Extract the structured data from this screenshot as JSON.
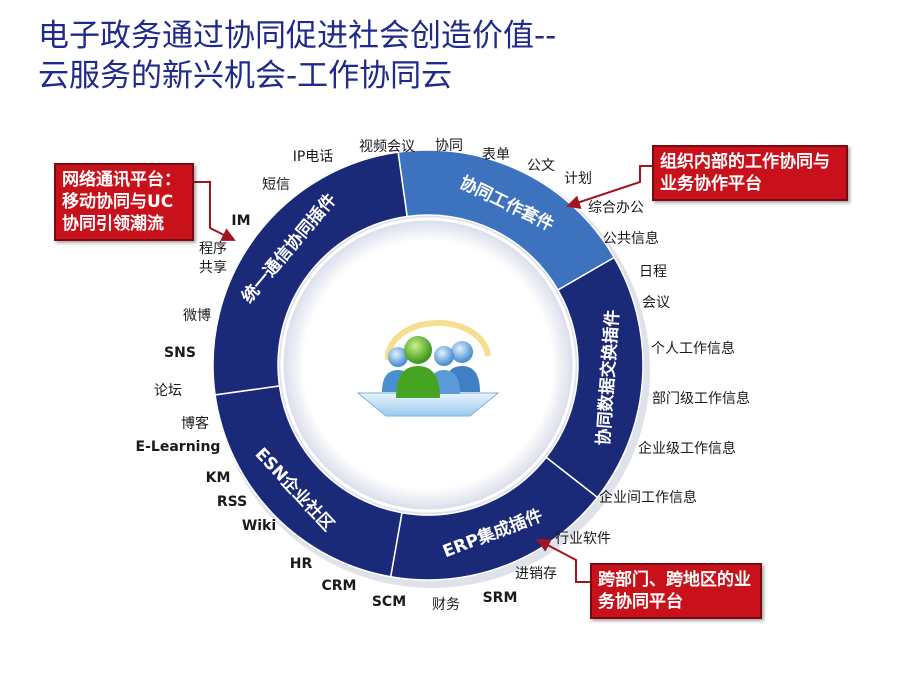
{
  "title": {
    "line1": "电子政务通过协同促进社会创造价值--",
    "line2": "云服务的新兴机会-工作协同云"
  },
  "ring": {
    "segments": [
      {
        "id": "collab-suite",
        "label": "协同工作套件",
        "color": "#3d73be"
      },
      {
        "id": "data-exchange",
        "label": "协同数据交换插件",
        "color": "#1b2a78"
      },
      {
        "id": "erp",
        "label": "ERP集成插件",
        "color": "#1b2a78"
      },
      {
        "id": "esn",
        "label": "ESN企业社区",
        "color": "#1b2a78"
      },
      {
        "id": "uc",
        "label": "统一通信协同插件",
        "color": "#1b2a78"
      }
    ],
    "center_icon": "users-group-icon"
  },
  "words": {
    "video_conf": "视频会议",
    "collab": "协同",
    "form": "表单",
    "doc": "公文",
    "plan": "计划",
    "office": "综合办公",
    "public_info": "公共信息",
    "schedule": "日程",
    "meeting": "会议",
    "personal": "个人工作信息",
    "dept": "部门级工作信息",
    "enterprise": "企业级工作信息",
    "inter_ent": "企业间工作信息",
    "industry": "行业软件",
    "inventory": "进销存",
    "srm": "SRM",
    "finance": "财务",
    "scm": "SCM",
    "crm": "CRM",
    "hr": "HR",
    "wiki": "Wiki",
    "rss": "RSS",
    "km": "KM",
    "elearning": "E-Learning",
    "blog": "博客",
    "forum": "论坛",
    "sns": "SNS",
    "weibo": "微博",
    "sharing": "程序共享",
    "im": "IM",
    "sms": "短信",
    "ip_phone": "IP电话"
  },
  "callouts": {
    "left": "网络通讯平台：移动协同与UC协同引领潮流",
    "top_right": "组织内部的工作协同与业务协作平台",
    "bottom_right": "跨部门、跨地区的业务协同平台"
  },
  "colors": {
    "title": "#1f2a8a",
    "callout_fill": "#c8111b",
    "ring_dark": "#1b2a78",
    "ring_light": "#3d73be"
  }
}
